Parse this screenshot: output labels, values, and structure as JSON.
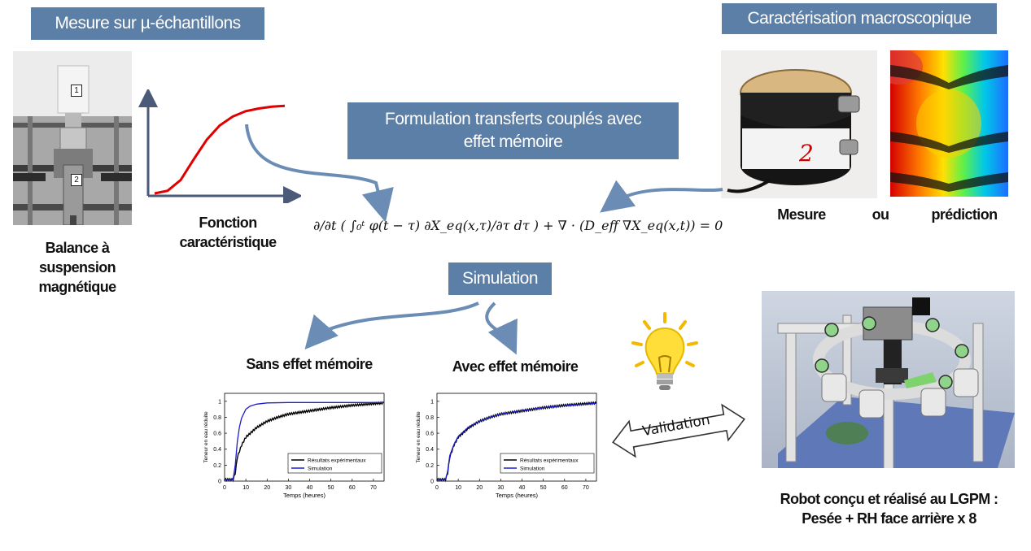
{
  "banners": {
    "micro": "Mesure sur µ-échantillons",
    "macro": "Caractérisation macroscopique",
    "formulation_line1": "Formulation transferts couplés avec",
    "formulation_line2": "effet mémoire",
    "simulation": "Simulation"
  },
  "balance": {
    "caption_line1": "Balance à",
    "caption_line2": "suspension",
    "caption_line3": "magnétique",
    "label_1": "1",
    "label_2": "2"
  },
  "fonction": {
    "line1": "Fonction",
    "line2": "caractéristique"
  },
  "equation": "∂/∂t ( ∫₀ᵗ φ(t − τ) ∂X_eq(x,τ)/∂τ dτ ) + ∇ · (D_eff ∇X_eq(x,t)) = 0",
  "macro_captions": {
    "mesure": "Mesure",
    "ou": "ou",
    "prediction": "prédiction",
    "sample_label": "2"
  },
  "plots": {
    "sans_title": "Sans effet mémoire",
    "avec_title": "Avec effet mémoire",
    "ylabel": "Teneur en eau réduite",
    "xlabel": "Temps (heures)",
    "legend_exp": "Résultats expérimentaux",
    "legend_sim": "Simulation",
    "xticks": [
      "0",
      "10",
      "20",
      "30",
      "40",
      "50",
      "60",
      "70"
    ],
    "yticks": [
      "0",
      "0.2",
      "0.4",
      "0.6",
      "0.8",
      "1"
    ]
  },
  "validation": "Validation",
  "robot": {
    "line1": "Robot conçu et réalisé au LGPM :",
    "line2": "Pesée + RH face arrière x 8"
  },
  "chart_data": [
    {
      "type": "line",
      "title": "Sans effet mémoire",
      "xlabel": "Temps (heures)",
      "ylabel": "Teneur en eau réduite",
      "xlim": [
        0,
        75
      ],
      "ylim": [
        0,
        1.1
      ],
      "series": [
        {
          "name": "Résultats expérimentaux",
          "color": "#000000",
          "x": [
            0,
            4,
            5,
            6,
            8,
            10,
            15,
            20,
            25,
            30,
            40,
            50,
            60,
            70,
            75
          ],
          "y": [
            0.02,
            0.02,
            0.1,
            0.3,
            0.45,
            0.55,
            0.67,
            0.75,
            0.8,
            0.84,
            0.88,
            0.92,
            0.95,
            0.97,
            0.98
          ]
        },
        {
          "name": "Simulation",
          "color": "#1d1dcc",
          "x": [
            0,
            4,
            5,
            6,
            7,
            8,
            10,
            12,
            15,
            20,
            30,
            40,
            50,
            60,
            70,
            75
          ],
          "y": [
            0.02,
            0.02,
            0.2,
            0.5,
            0.68,
            0.79,
            0.9,
            0.94,
            0.965,
            0.98,
            0.985,
            0.985,
            0.985,
            0.985,
            0.985,
            0.985
          ]
        }
      ]
    },
    {
      "type": "line",
      "title": "Avec effet mémoire",
      "xlabel": "Temps (heures)",
      "ylabel": "Teneur en eau réduite",
      "xlim": [
        0,
        75
      ],
      "ylim": [
        0,
        1.1
      ],
      "series": [
        {
          "name": "Résultats expérimentaux",
          "color": "#000000",
          "x": [
            0,
            4,
            5,
            6,
            8,
            10,
            15,
            20,
            25,
            30,
            40,
            50,
            60,
            70,
            75
          ],
          "y": [
            0.02,
            0.02,
            0.1,
            0.3,
            0.45,
            0.55,
            0.67,
            0.75,
            0.8,
            0.84,
            0.88,
            0.92,
            0.95,
            0.97,
            0.98
          ]
        },
        {
          "name": "Simulation",
          "color": "#1d1dcc",
          "x": [
            0,
            4,
            5,
            6,
            8,
            10,
            15,
            20,
            25,
            30,
            40,
            50,
            60,
            70,
            75
          ],
          "y": [
            0.02,
            0.02,
            0.12,
            0.32,
            0.46,
            0.56,
            0.68,
            0.75,
            0.8,
            0.84,
            0.885,
            0.92,
            0.945,
            0.965,
            0.975
          ]
        }
      ]
    },
    {
      "type": "line",
      "xlim": [
        0,
        1
      ],
      "ylim": [
        0,
        1
      ],
      "series": [
        {
          "name": "",
          "color": "#e00000",
          "x": [
            0,
            0.1,
            0.2,
            0.3,
            0.4,
            0.5,
            0.6,
            0.7,
            0.8,
            0.9,
            1.0
          ],
          "y": [
            0,
            0.03,
            0.15,
            0.38,
            0.6,
            0.76,
            0.86,
            0.92,
            0.95,
            0.97,
            0.98
          ]
        }
      ]
    }
  ]
}
